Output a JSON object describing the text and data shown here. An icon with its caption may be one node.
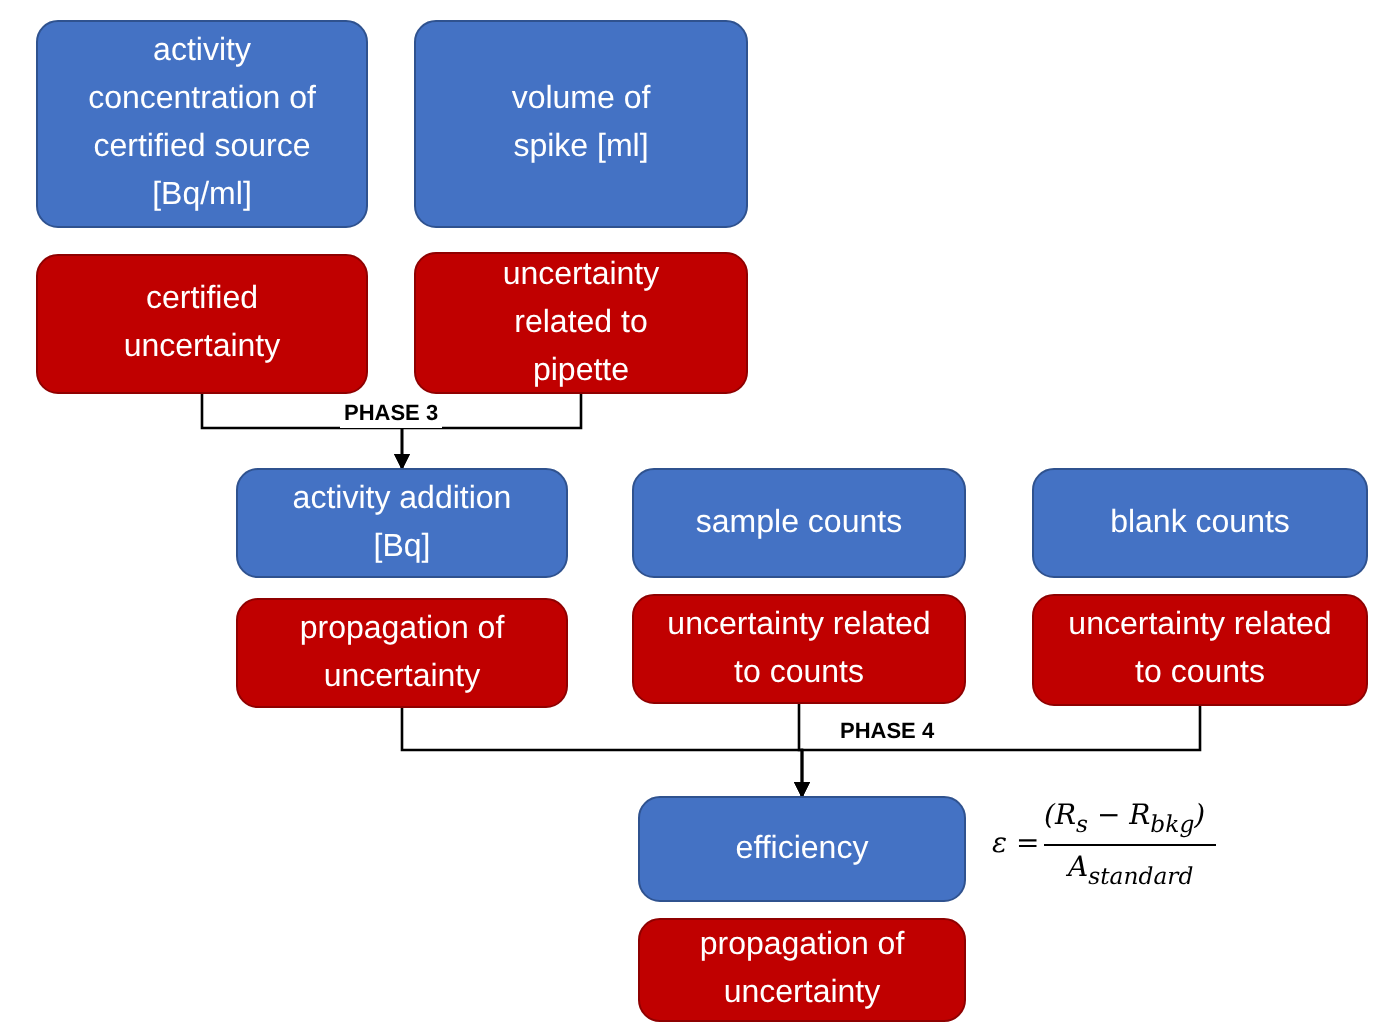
{
  "diagram": {
    "nodes": [
      {
        "text": [
          "activity concentration of certified source [Bq/ml]"
        ]
      },
      {
        "text": [
          "volume of spike [ml]"
        ]
      },
      {
        "text": [
          "certified uncertainty"
        ]
      },
      {
        "text": [
          "uncertainty related to pipette"
        ]
      },
      {
        "text": [
          "activity addition [Bq]"
        ]
      },
      {
        "text": [
          "sample counts"
        ]
      },
      {
        "text": [
          "blank counts"
        ]
      },
      {
        "text": [
          "propagation of uncertainty"
        ]
      },
      {
        "text": [
          "uncertainty related to counts"
        ]
      },
      {
        "text": [
          "uncertainty related to counts"
        ]
      },
      {
        "text": [
          "efficiency"
        ]
      },
      {
        "text": [
          "propagation of uncertainty"
        ]
      }
    ],
    "edges": [
      {
        "from": 2,
        "to": 4,
        "arrow": "to",
        "label": "PHASE 3"
      },
      {
        "from": 3,
        "to": 4,
        "arrow": "to"
      },
      {
        "from": 7,
        "to": 10,
        "arrow": "to"
      },
      {
        "from": 8,
        "to": 10,
        "arrow": "to"
      },
      {
        "from": 9,
        "to": 10,
        "arrow": "to",
        "label": "PHASE 4"
      }
    ],
    "labels": [
      "ε =",
      "(R$_{s}$ − R$_{bkg}$)",
      "A$_{standard}$"
    ]
  }
}
